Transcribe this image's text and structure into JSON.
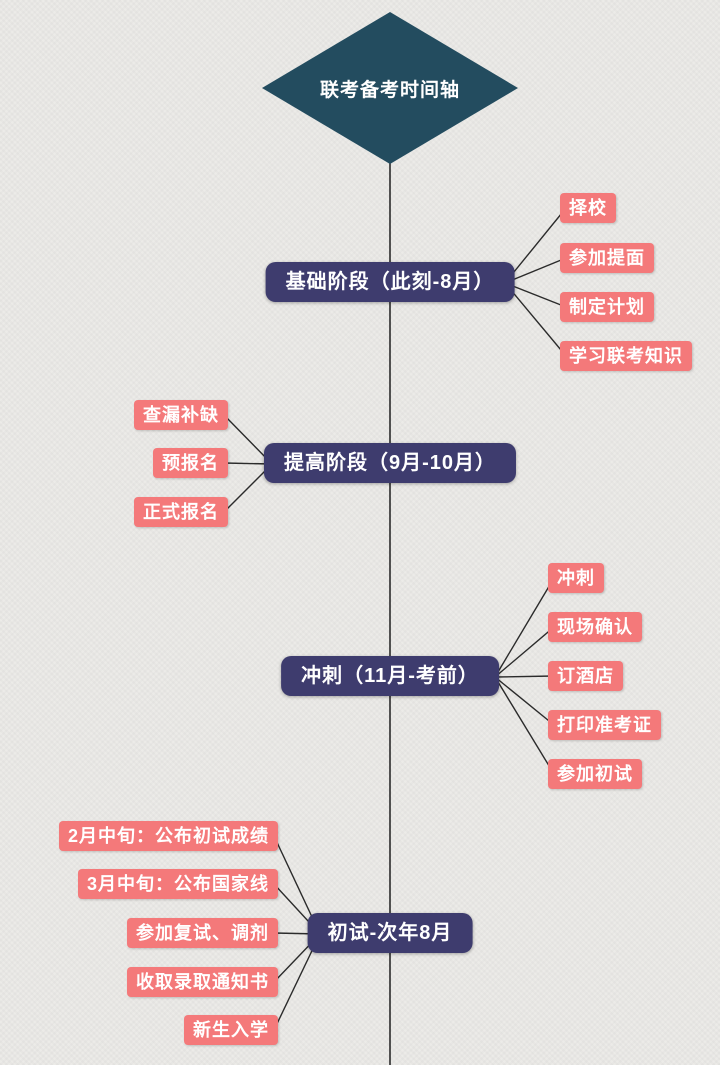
{
  "title": "联考备考时间轴",
  "stages": [
    {
      "label": "基础阶段（此刻-8月）",
      "side": "right",
      "branches": [
        "择校",
        "参加提面",
        "制定计划",
        "学习联考知识"
      ]
    },
    {
      "label": "提高阶段（9月-10月）",
      "side": "left",
      "branches": [
        "查漏补缺",
        "预报名",
        "正式报名"
      ]
    },
    {
      "label": "冲刺（11月-考前）",
      "side": "right",
      "branches": [
        "冲刺",
        "现场确认",
        "订酒店",
        "打印准考证",
        "参加初试"
      ]
    },
    {
      "label": "初试-次年8月",
      "side": "left",
      "branches": [
        "2月中旬：公布初试成绩",
        "3月中旬：公布国家线",
        "参加复试、调剂",
        "收取录取通知书",
        "新生入学"
      ]
    }
  ],
  "colors": {
    "bg": "#ECEBE8",
    "diamond": "#234C5F",
    "stage": "#3E3C6E",
    "branch": "#F4797A",
    "line": "#2B2B2B"
  }
}
